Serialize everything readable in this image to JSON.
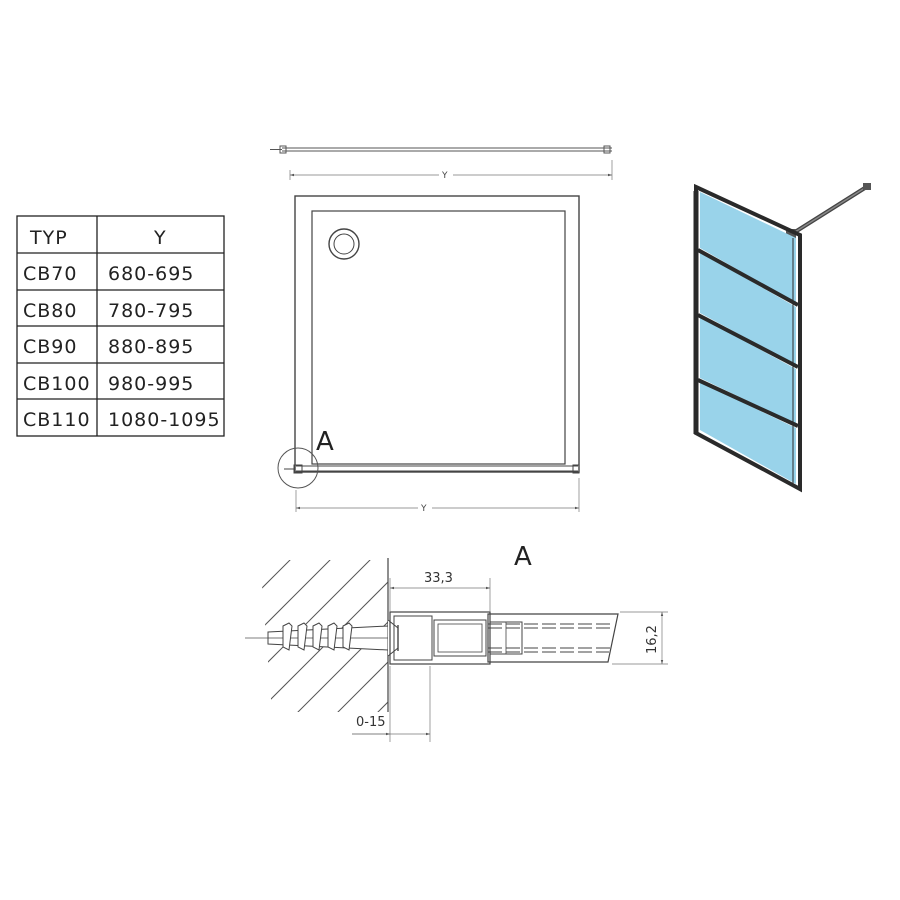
{
  "table": {
    "headers": [
      "TYP",
      "Y"
    ],
    "rows": [
      [
        "CB70",
        "680-695"
      ],
      [
        "CB80",
        "780-795"
      ],
      [
        "CB90",
        "880-895"
      ],
      [
        "CB100",
        "980-995"
      ],
      [
        "CB110",
        "1080-1095"
      ]
    ]
  },
  "top_view": {
    "dim_top": "Y",
    "dim_bottom": "Y",
    "detail_marker": "A"
  },
  "detail": {
    "title": "A",
    "dim_width": "33,3",
    "dim_height": "16,2",
    "dim_gap": "0-15"
  },
  "colors": {
    "glass": "#99d3ea",
    "frame": "#2a2a2a",
    "line": "#555555"
  }
}
